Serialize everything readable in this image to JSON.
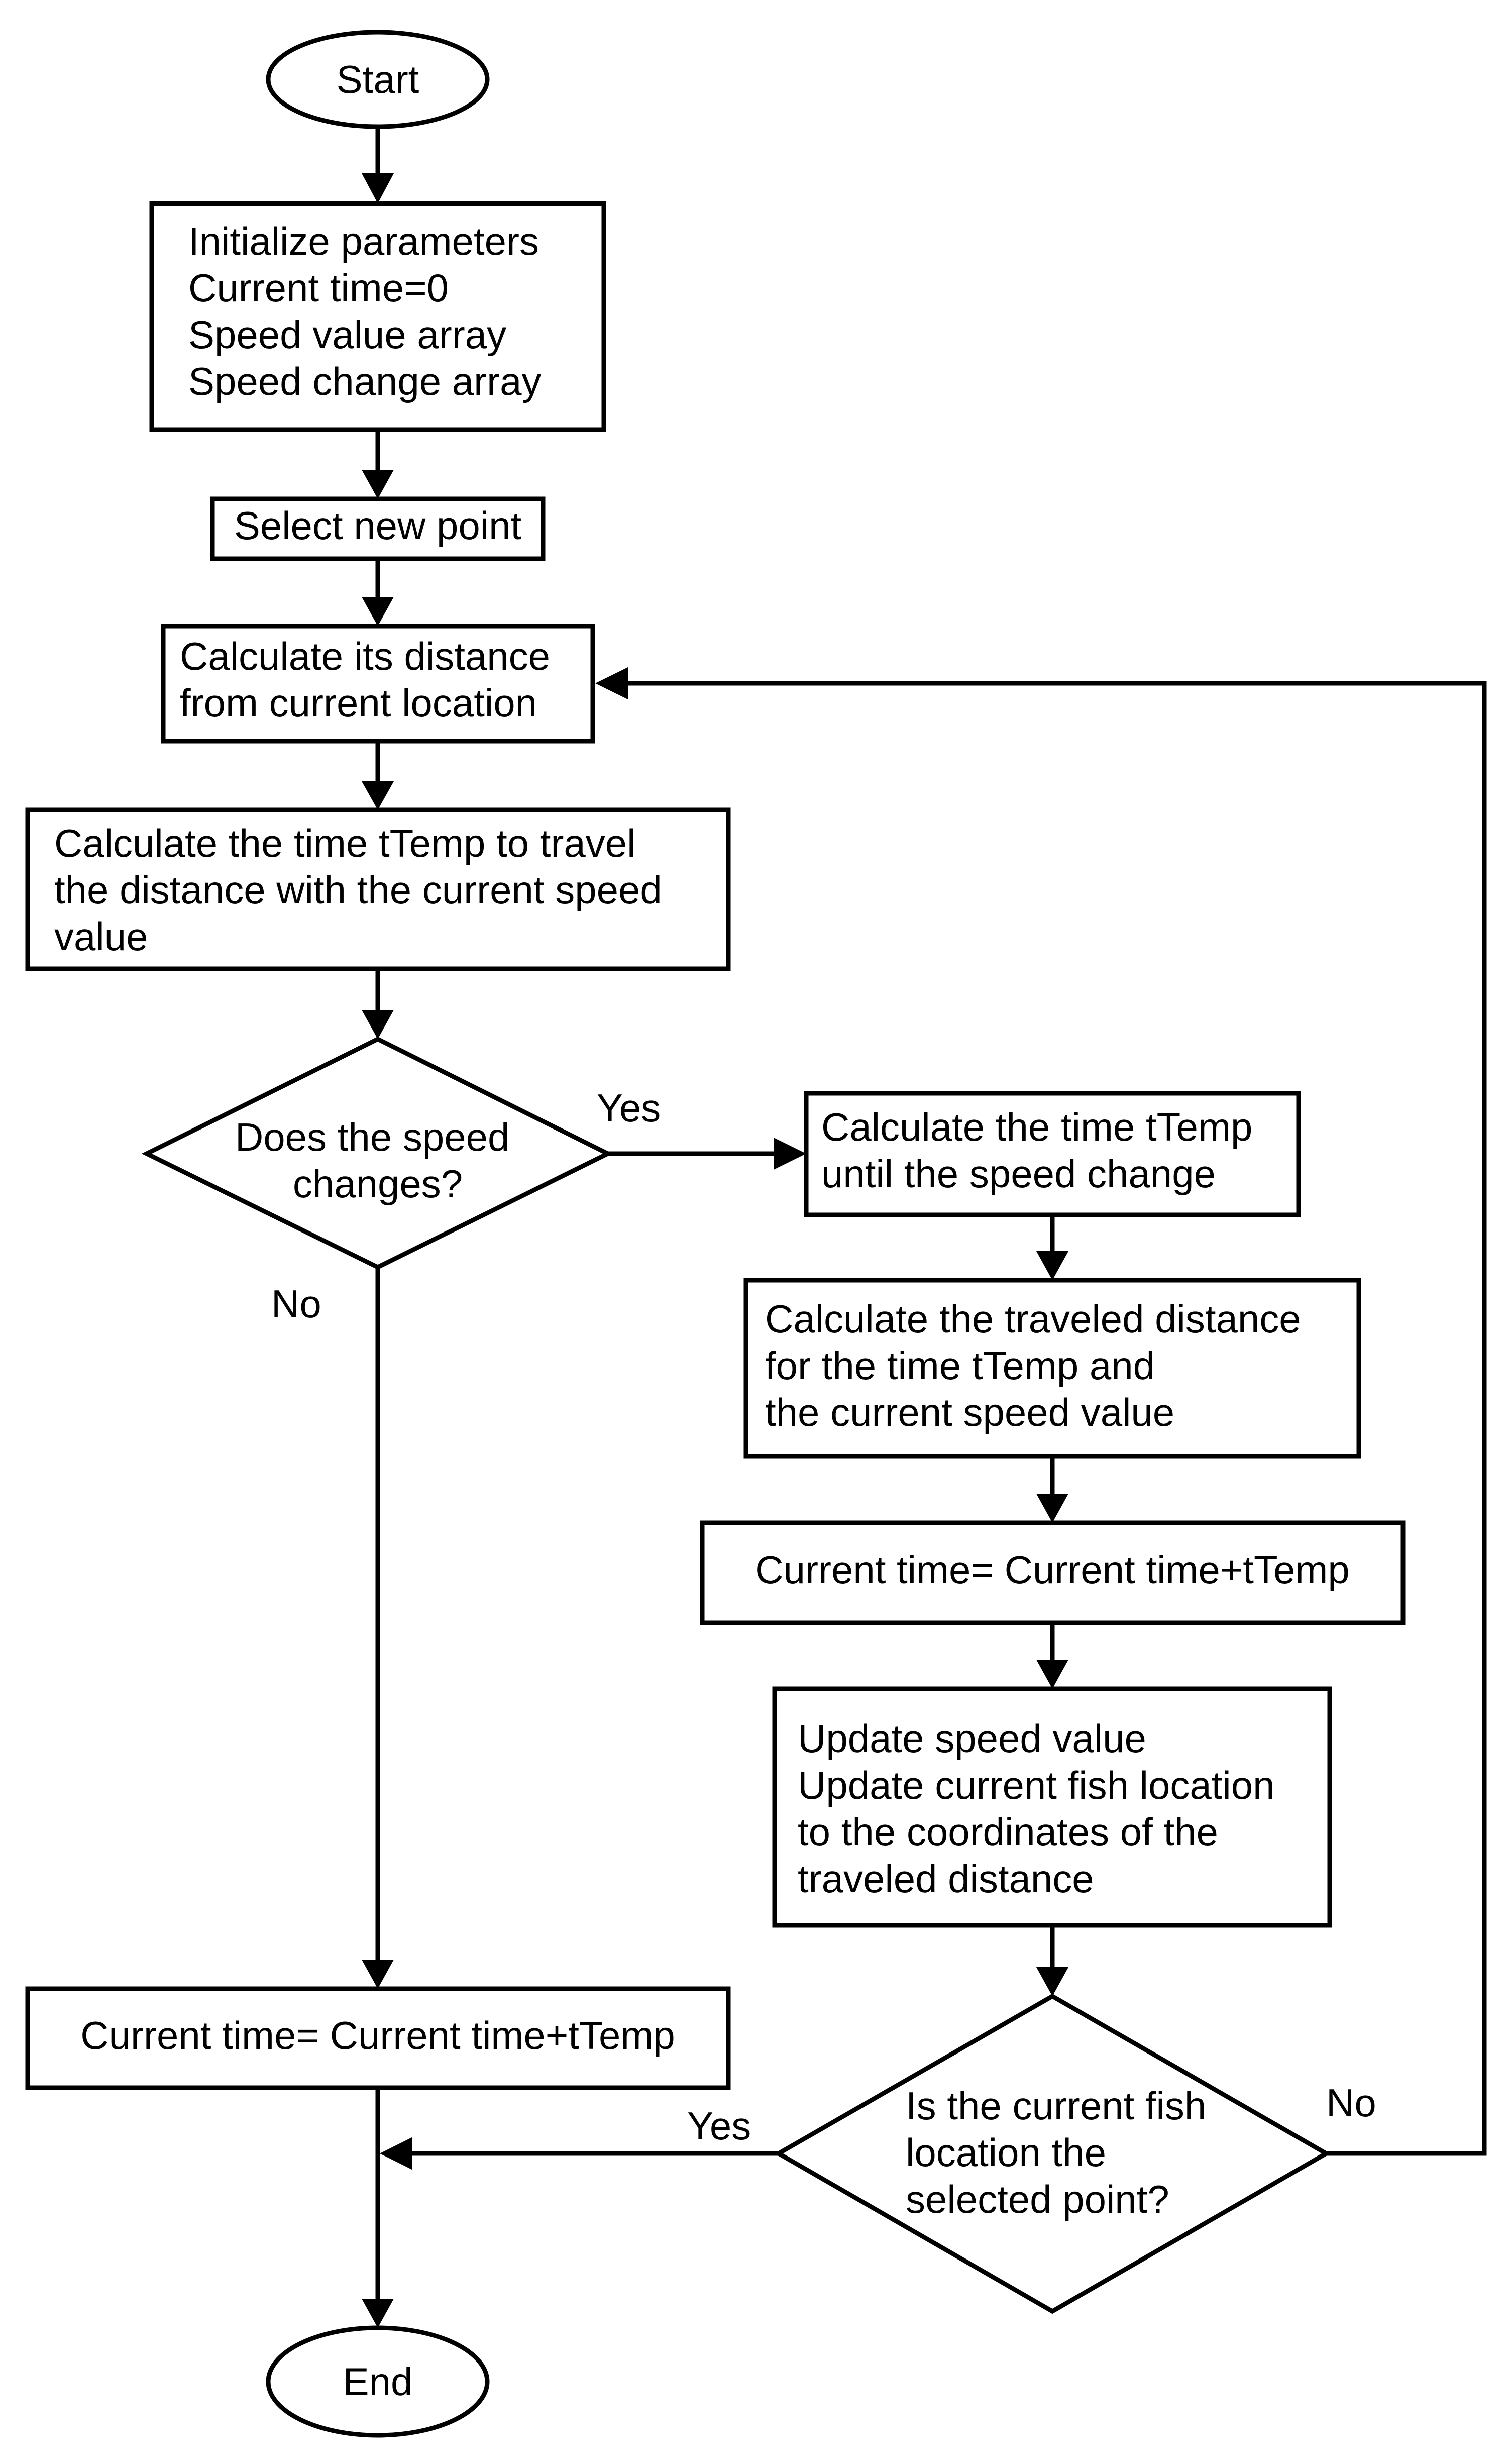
{
  "nodes": {
    "start": {
      "lines": [
        "Start"
      ]
    },
    "init": {
      "lines": [
        "Initialize parameters",
        "Current time=0",
        "Speed value array",
        "Speed change array"
      ]
    },
    "select": {
      "lines": [
        "Select new point"
      ]
    },
    "calc_distance": {
      "lines": [
        "Calculate its distance",
        "from current location"
      ]
    },
    "calc_ttemp_travel": {
      "lines": [
        "Calculate the time tTemp to travel",
        "the distance with the current speed",
        "value"
      ]
    },
    "speed_decision": {
      "lines": [
        "Does the speed",
        "changes?"
      ]
    },
    "ttemp_until_change": {
      "lines": [
        "Calculate the time tTemp",
        "until the speed change"
      ]
    },
    "traveled_distance": {
      "lines": [
        "Calculate the traveled distance",
        "for the time tTemp and",
        "the current speed value"
      ]
    },
    "time_update_right": {
      "lines": [
        "Current time= Current time+tTemp"
      ]
    },
    "update_speed": {
      "lines": [
        "Update speed value",
        "Update current fish location",
        "to the coordinates of the",
        "traveled distance"
      ]
    },
    "location_decision": {
      "lines": [
        "Is the current fish",
        "location the",
        "selected point?"
      ]
    },
    "time_update_left": {
      "lines": [
        "Current time= Current time+tTemp"
      ]
    },
    "end": {
      "lines": [
        "End"
      ]
    }
  },
  "edge_labels": {
    "speed_yes": "Yes",
    "speed_no": "No",
    "location_yes": "Yes",
    "location_no": "No"
  },
  "colors": {
    "stroke": "#000000",
    "fill": "#ffffff",
    "text": "#000000"
  }
}
